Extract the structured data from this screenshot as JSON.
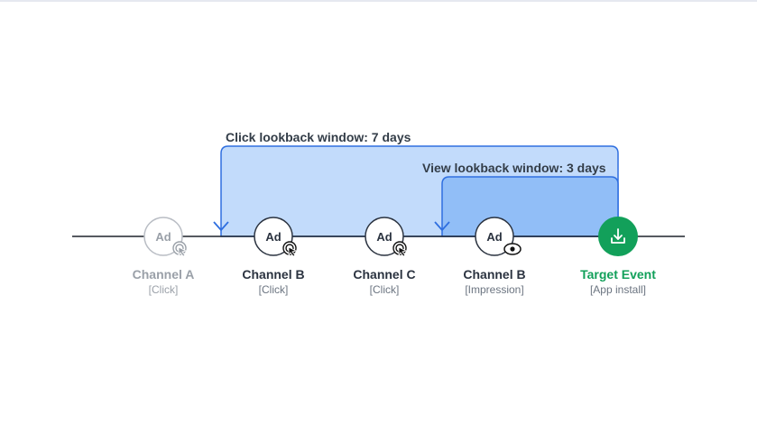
{
  "windows": {
    "click": {
      "label": "Click lookback window: 7 days",
      "color": "#c2dbfb",
      "border": "#2f6fe0"
    },
    "view": {
      "label": "View lookback window: 3 days",
      "color": "#91bef7",
      "border": "#2f6fe0"
    }
  },
  "nodes": [
    {
      "badge": "Ad",
      "channel": "Channel A",
      "type": "[Click]",
      "icon": "cursor-click-icon",
      "faded": true
    },
    {
      "badge": "Ad",
      "channel": "Channel B",
      "type": "[Click]",
      "icon": "cursor-click-icon",
      "faded": false
    },
    {
      "badge": "Ad",
      "channel": "Channel C",
      "type": "[Click]",
      "icon": "cursor-click-icon",
      "faded": false
    },
    {
      "badge": "Ad",
      "channel": "Channel B",
      "type": "[Impression]",
      "icon": "eye-icon",
      "faded": false
    },
    {
      "badge": "",
      "channel": "Target Event",
      "type": "[App install]",
      "icon": "download-icon",
      "faded": false,
      "target": true
    }
  ],
  "colors": {
    "target": "#12a05a",
    "line": "#1f242c"
  }
}
